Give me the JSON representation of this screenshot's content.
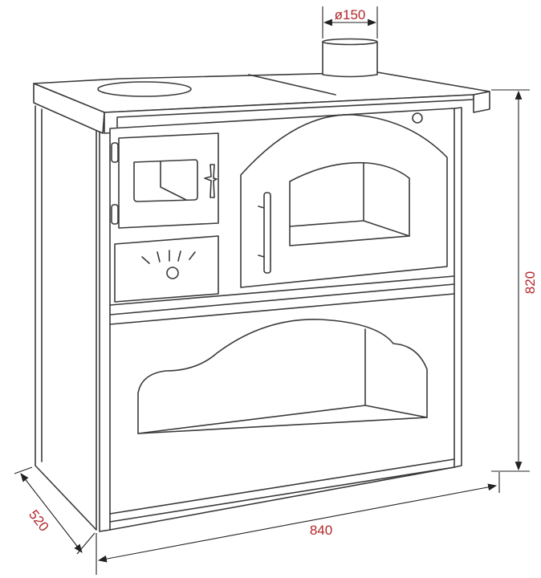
{
  "diagram": {
    "dimensions": {
      "flue_diameter": "ø150",
      "height": "820",
      "width": "840",
      "depth": "520"
    },
    "colors": {
      "line": "#3a3a3a",
      "dimension_text": "#b3262a"
    }
  }
}
